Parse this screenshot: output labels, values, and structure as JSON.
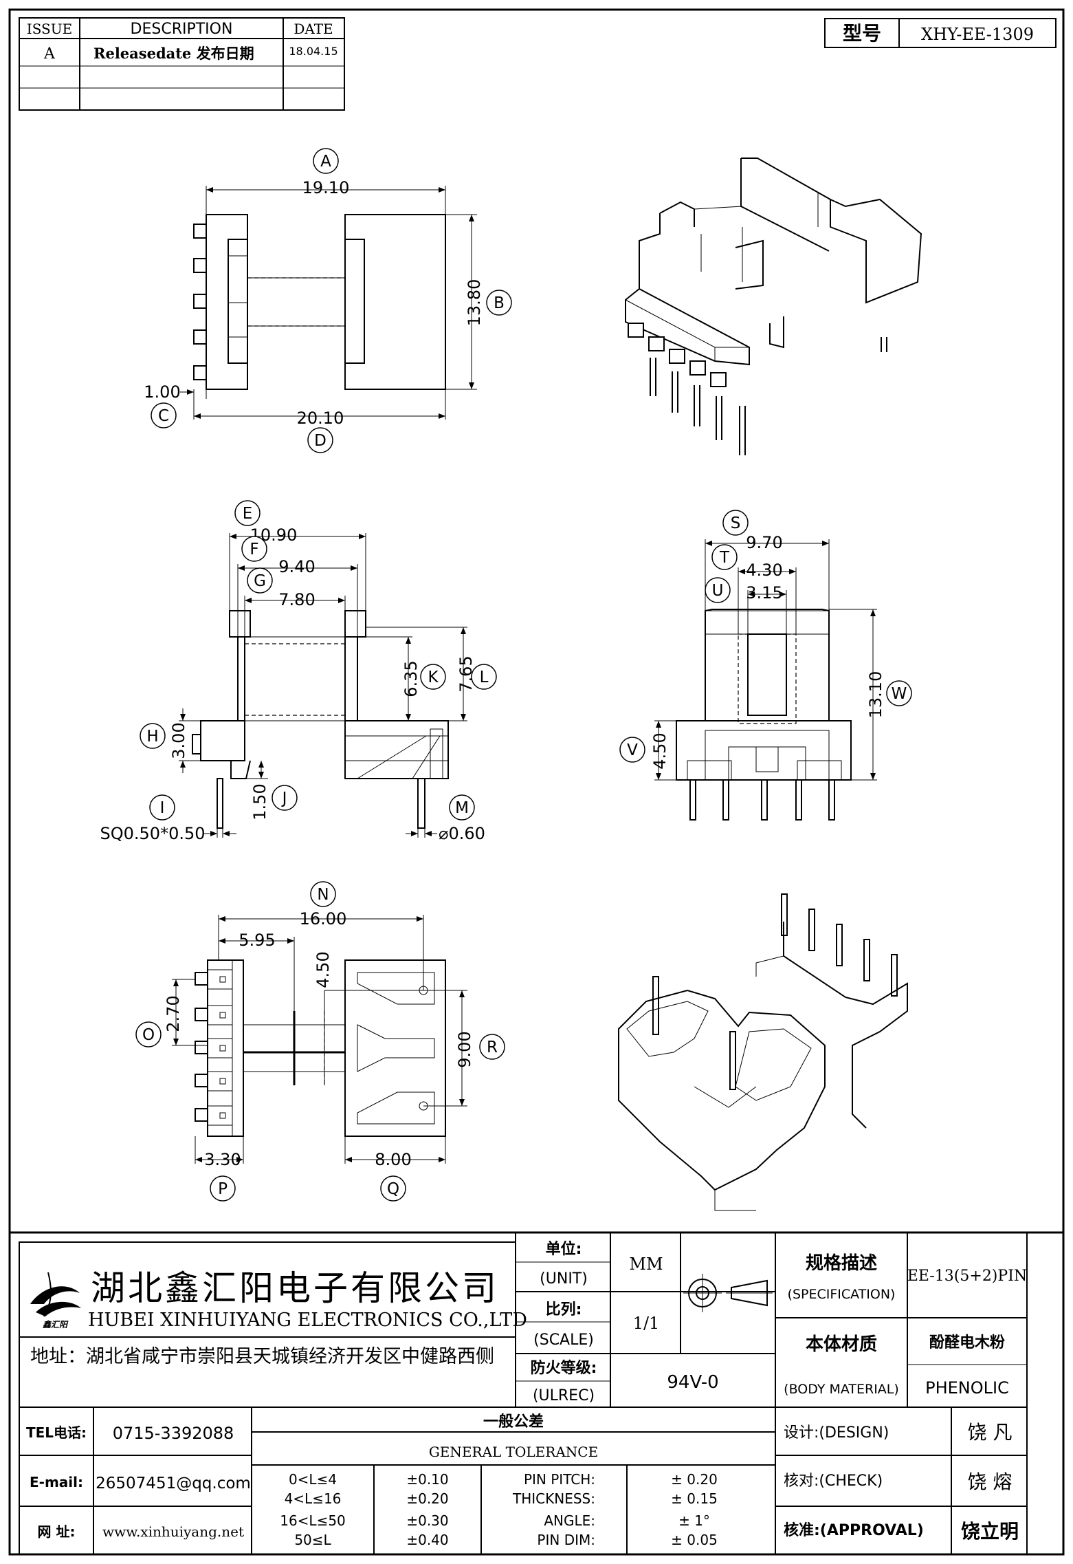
{
  "revision": {
    "headers": [
      "ISSUE",
      "DESCRIPTION",
      "DATE"
    ],
    "rows": [
      {
        "issue": "A",
        "description": "Releasedate 发布日期",
        "date": "18.04.15"
      }
    ]
  },
  "model": {
    "label": "型号",
    "value": "XHY-EE-1309"
  },
  "views": {
    "front": {
      "A": "19.10",
      "B": "13.80",
      "C": "1.00",
      "D": "20.10"
    },
    "side": {
      "E": "10.90",
      "F": "9.40",
      "G": "7.80",
      "K": "6.35",
      "L": "7.65",
      "H": "3.00",
      "J": "1.50",
      "I": "SQ0.50*0.50",
      "M": "⌀0.60"
    },
    "end": {
      "S": "9.70",
      "T": "4.30",
      "U": "3.15",
      "W": "13.10",
      "V": "4.50"
    },
    "bottom": {
      "N": "16.00",
      "O": "2.70",
      "P": "3.30",
      "Q": "8.00",
      "R": "9.00",
      "v595": "5.95",
      "v450": "4.50"
    }
  },
  "callouts": [
    "A",
    "B",
    "C",
    "D",
    "E",
    "F",
    "G",
    "H",
    "I",
    "J",
    "K",
    "L",
    "M",
    "N",
    "O",
    "P",
    "Q",
    "R",
    "S",
    "T",
    "U",
    "V",
    "W"
  ],
  "company": {
    "name_cn": "湖北鑫汇阳电子有限公司",
    "name_en": "HUBEI XINHUIYANG ELECTRONICS CO.,LTD",
    "logo_text": "鑫汇阳",
    "address": "地址：湖北省咸宁市崇阳县天城镇经济开发区中健路西侧"
  },
  "title_block": {
    "unit_cn": "单位:",
    "unit_en": "(UNIT)",
    "unit_val": "MM",
    "scale_cn": "比列:",
    "scale_en": "(SCALE)",
    "scale_val": "1/1",
    "ul_cn": "防火等级:",
    "ul_en": "(ULREC)",
    "ul_val": "94V-0",
    "spec_cn": "规格描述",
    "spec_en": "(SPECIFICATION)",
    "spec_val": "EE-13(5+2)PIN",
    "mat_cn": "本体材质",
    "mat_en": "(BODY MATERIAL)",
    "mat_val_cn": "酚醛电木粉",
    "mat_val_en": "PHENOLIC",
    "design_label": "设计:(DESIGN)",
    "design_val": "饶  凡",
    "check_label": "核对:(CHECK)",
    "check_val": "饶  熔",
    "approval_label": "核准:(APPROVAL)",
    "approval_val": "饶立明"
  },
  "contact": {
    "tel_label": "TEL电话:",
    "tel": "0715-3392088",
    "email_label": "E-mail:",
    "email": "26507451@qq.com",
    "web_label": "网  址:",
    "web": "www.xinhuiyang.net"
  },
  "tolerance": {
    "title_cn": "一般公差",
    "title_en": "GENERAL TOLERANCE",
    "ranges": [
      {
        "range": "0<L≤4",
        "tol": "±0.10"
      },
      {
        "range": "4<L≤16",
        "tol": "±0.20"
      },
      {
        "range": "16<L≤50",
        "tol": "±0.30"
      },
      {
        "range": "50≤L",
        "tol": "±0.40"
      }
    ],
    "others": [
      {
        "name": "PIN PITCH:",
        "tol": "±  0.20"
      },
      {
        "name": "THICKNESS:",
        "tol": "±  0.15"
      },
      {
        "name": "ANGLE:",
        "tol": "±  1°"
      },
      {
        "name": "PIN DIM:",
        "tol": "±  0.05"
      }
    ]
  }
}
